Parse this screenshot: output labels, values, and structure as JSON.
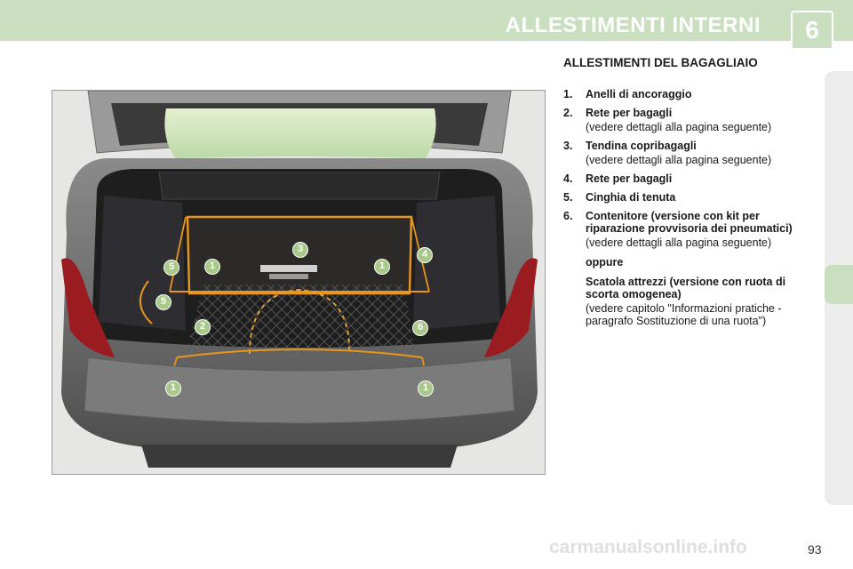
{
  "header": {
    "title": "ALLESTIMENTI INTERNI",
    "chapter": "6"
  },
  "section": {
    "heading": "ALLESTIMENTI DEL BAGAGLIAIO"
  },
  "callouts": [
    "1",
    "1",
    "1",
    "1",
    "2",
    "3",
    "4",
    "5",
    "5",
    "6"
  ],
  "items": [
    {
      "num": "1.",
      "title": "Anelli di ancoraggio"
    },
    {
      "num": "2.",
      "title": "Rete per bagagli",
      "note": "(vedere dettagli alla pagina seguente)"
    },
    {
      "num": "3.",
      "title": "Tendina copribagagli",
      "note": "(vedere dettagli alla pagina seguente)"
    },
    {
      "num": "4.",
      "title": "Rete per bagagli"
    },
    {
      "num": "5.",
      "title": "Cinghia di tenuta"
    },
    {
      "num": "6.",
      "title": "Contenitore (versione con kit per riparazione provvisoria dei pneumatici)",
      "note": "(vedere dettagli alla pagina seguente)",
      "alt_label": "oppure",
      "alt_title": "Scatola attrezzi (versione con ruota di scorta omogenea)",
      "alt_note": "(vedere capitolo \"Informazioni pratiche - paragrafo Sostituzione di una ruota\")"
    }
  ],
  "footer": {
    "page_number": "93",
    "watermark": "carmanualsonline.info"
  },
  "colors": {
    "accent_green": "#c9dfc0",
    "callout_green": "#a8c989",
    "outline_orange": "#e8961e"
  }
}
